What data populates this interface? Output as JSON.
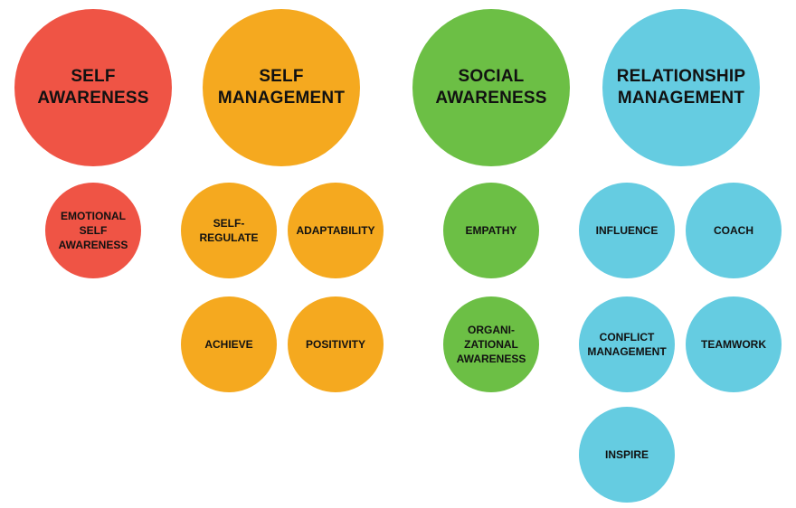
{
  "colors": {
    "self_awareness": "#ef5445",
    "self_management": "#f5a91f",
    "social_awareness": "#6cbf45",
    "relationship_management": "#65cce1"
  },
  "categories": {
    "self_awareness": {
      "title": "SELF\nAWARENESS",
      "competencies": [
        "EMOTIONAL\nSELF\nAWARENESS"
      ]
    },
    "self_management": {
      "title": "SELF\nMANAGEMENT",
      "competencies": [
        "SELF-\nREGULATE",
        "ADAPTABILITY",
        "ACHIEVE",
        "POSITIVITY"
      ]
    },
    "social_awareness": {
      "title": "SOCIAL\nAWARENESS",
      "competencies": [
        "EMPATHY",
        "ORGANI-\nZATIONAL\nAWARENESS"
      ]
    },
    "relationship_management": {
      "title": "RELATIONSHIP\nMANAGEMENT",
      "competencies": [
        "INFLUENCE",
        "COACH",
        "CONFLICT\nMANAGEMENT",
        "TEAMWORK",
        "INSPIRE"
      ]
    }
  }
}
